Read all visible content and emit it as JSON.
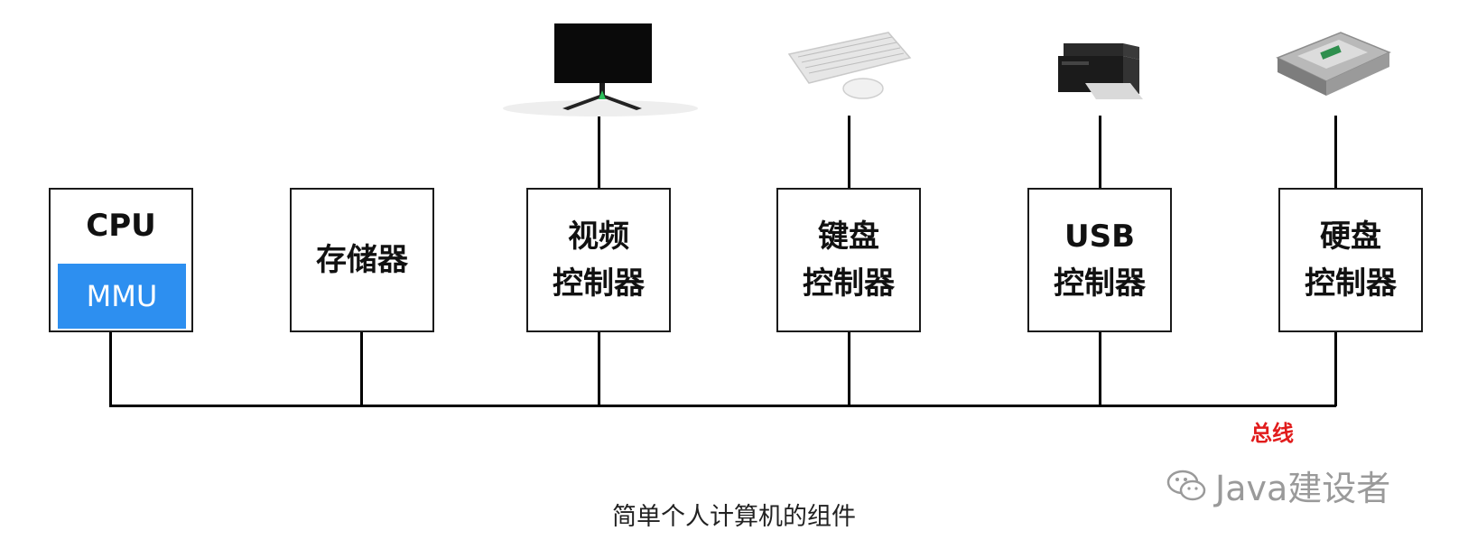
{
  "components": [
    {
      "name": "cpu",
      "label": "CPU",
      "sub_label": "MMU"
    },
    {
      "name": "memory",
      "label": "存储器"
    },
    {
      "name": "video-controller",
      "label": "视频\n控制器"
    },
    {
      "name": "keyboard-controller",
      "label": "键盘\n控制器"
    },
    {
      "name": "usb-controller",
      "label": "USB\n控制器"
    },
    {
      "name": "disk-controller",
      "label": "硬盘\n控制器"
    }
  ],
  "devices": [
    "monitor-icon",
    "keyboard-mouse-icon",
    "printer-icon",
    "hard-disk-icon"
  ],
  "bus_label": "总线",
  "caption": "简单个人计算机的组件",
  "watermark": "Java建设者",
  "colors": {
    "mmu_fill": "#2d8ff0",
    "bus_label": "#e11c1c"
  }
}
